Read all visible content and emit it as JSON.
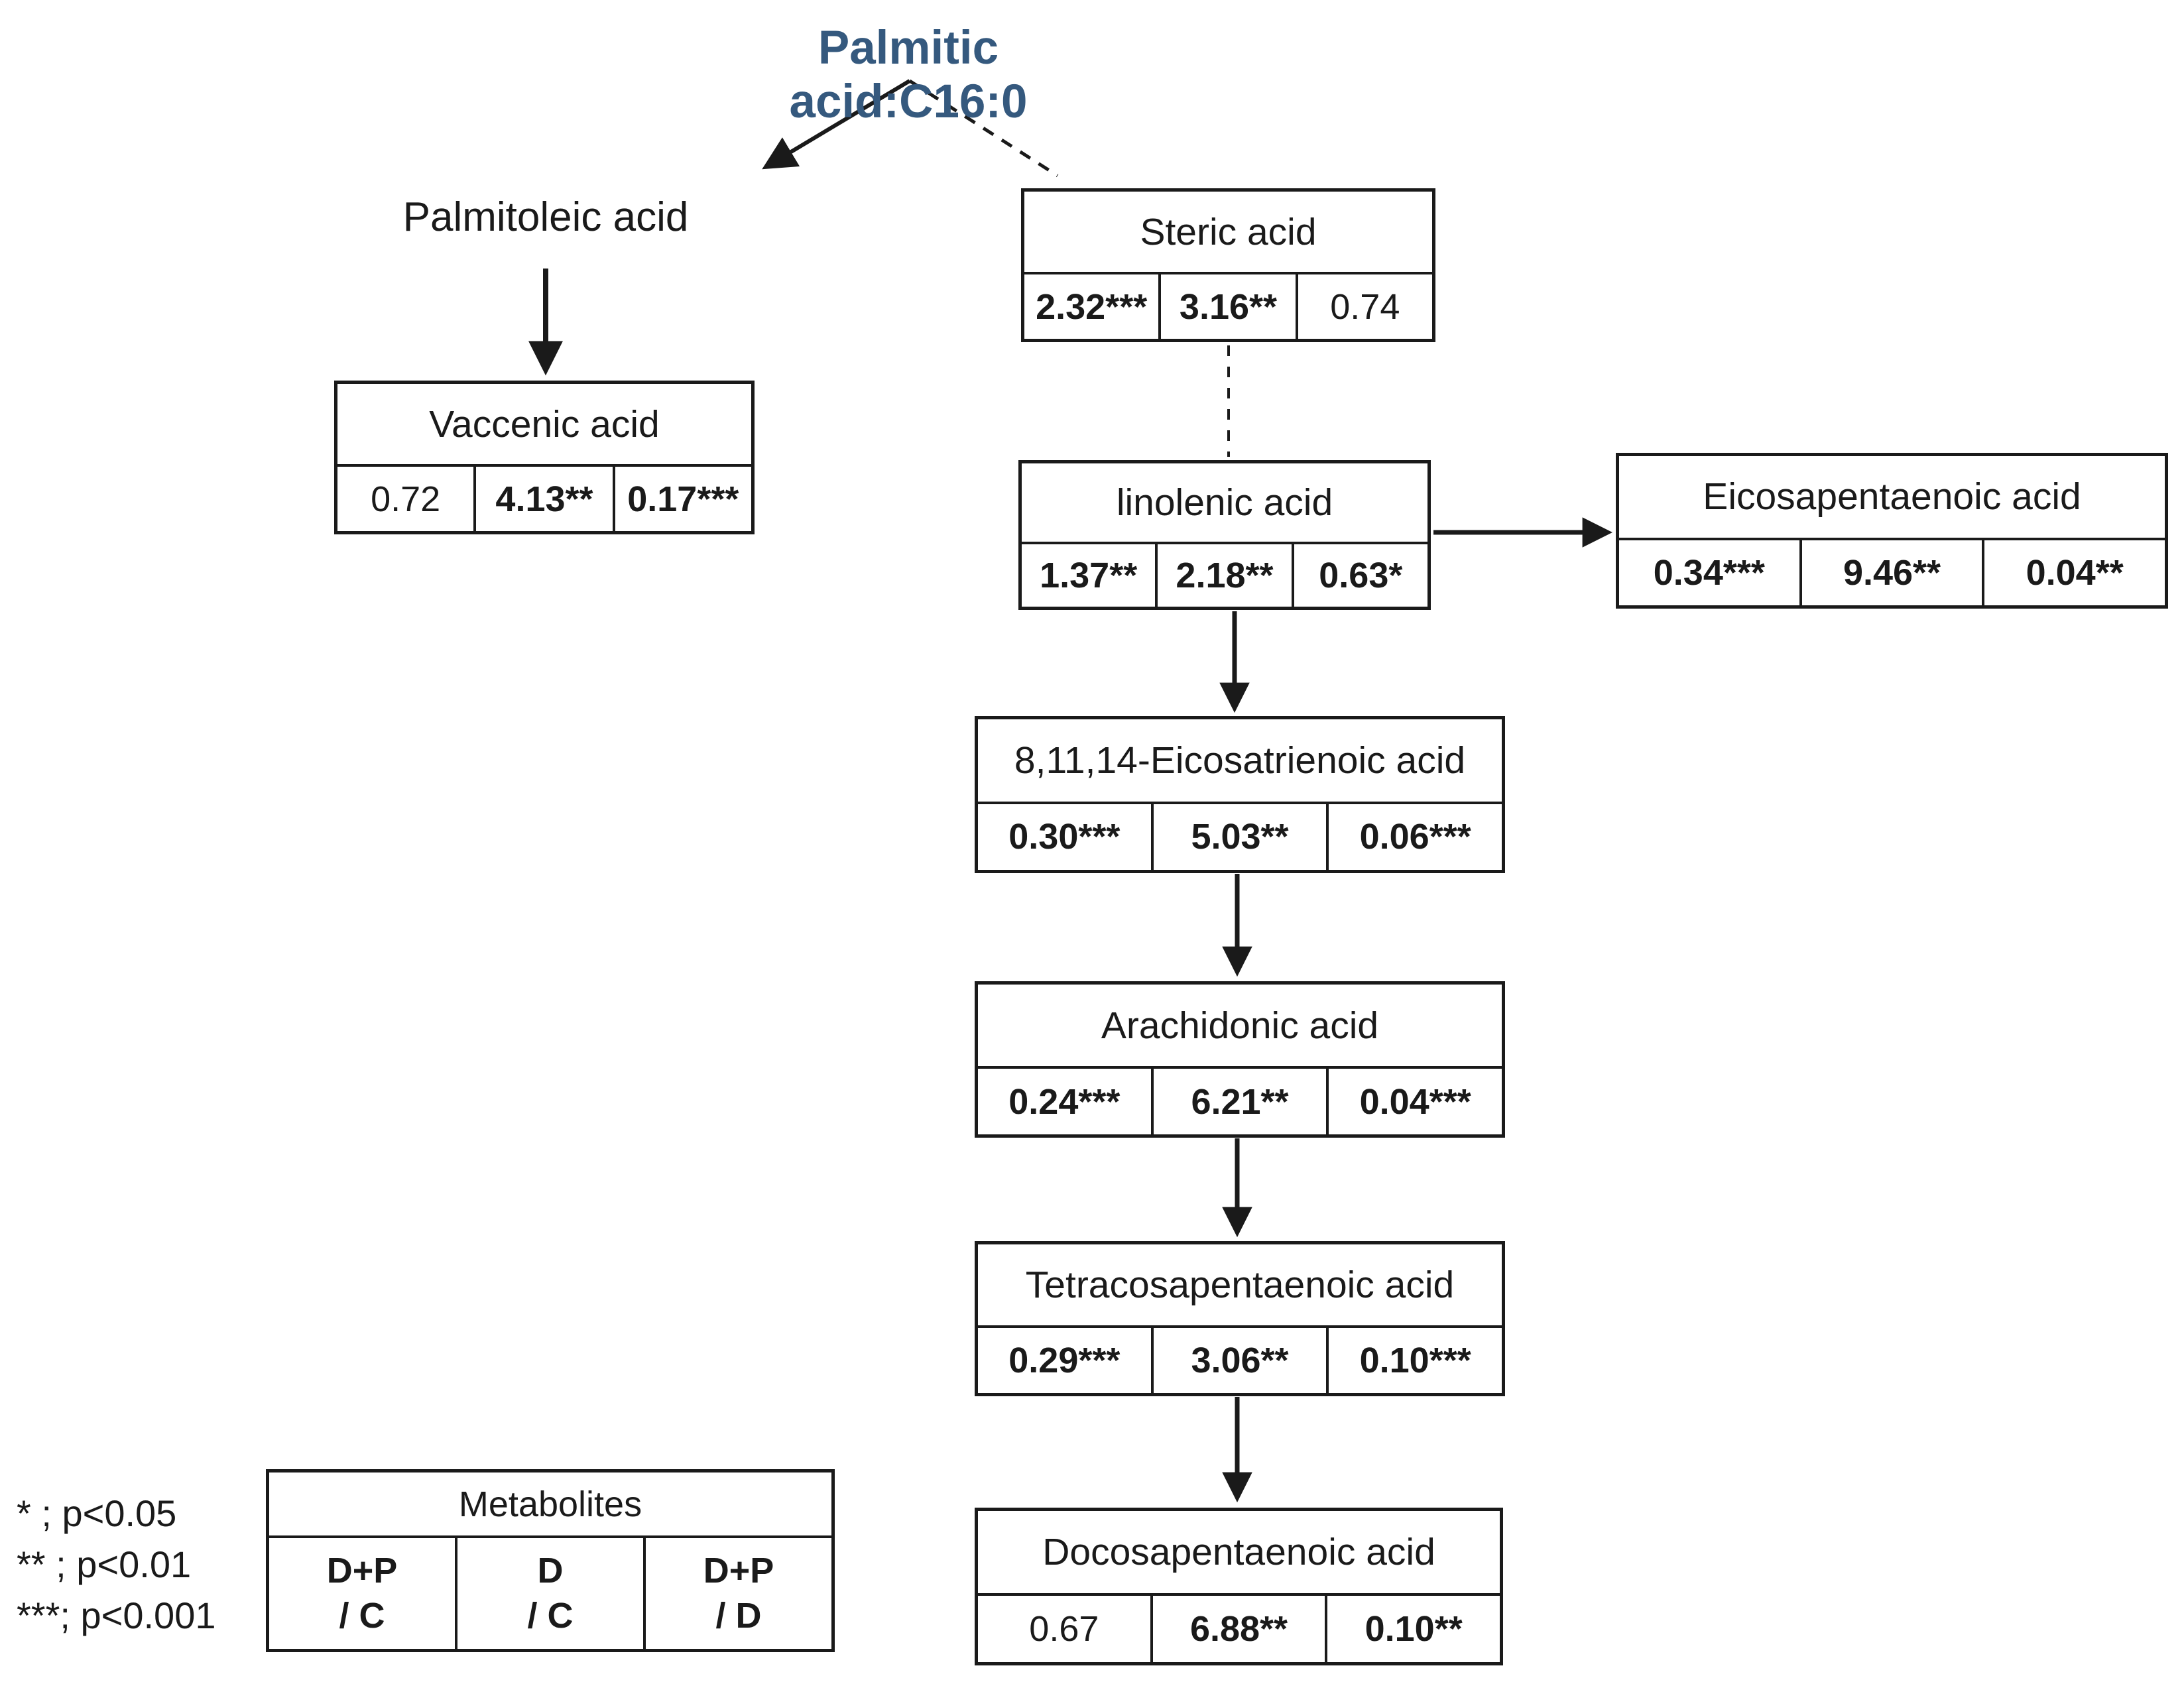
{
  "title": {
    "text": "Palmitic acid:C16:0",
    "color": "#35597e"
  },
  "free_labels": {
    "palmitoleic": "Palmitoleic acid"
  },
  "nodes": {
    "steric": {
      "label": "Steric acid",
      "values": [
        "2.32***",
        "3.16**",
        "0.74"
      ]
    },
    "vaccenic": {
      "label": "Vaccenic acid",
      "values": [
        "0.72",
        "4.13**",
        "0.17***"
      ]
    },
    "linolenic": {
      "label": "linolenic acid",
      "values": [
        "1.37**",
        "2.18**",
        "0.63*"
      ]
    },
    "eicosapentaenoic": {
      "label": "Eicosapentaenoic acid",
      "values": [
        "0.34***",
        "9.46**",
        "0.04**"
      ]
    },
    "eicosatrienoic": {
      "label": "8,11,14-Eicosatrienoic acid",
      "values": [
        "0.30***",
        "5.03**",
        "0.06***"
      ]
    },
    "arachidonic": {
      "label": "Arachidonic acid",
      "values": [
        "0.24***",
        "6.21**",
        "0.04***"
      ]
    },
    "tetracosapentaenoic": {
      "label": "Tetracosapentaenoic acid",
      "values": [
        "0.29***",
        "3.06**",
        "0.10***"
      ]
    },
    "docosapentaenoic": {
      "label": "Docosapentaenoic acid",
      "values": [
        "0.67",
        "6.88**",
        "0.10**"
      ]
    }
  },
  "legend": {
    "significance": [
      "* ; p<0.05",
      "** ; p<0.01",
      "***; p<0.001"
    ],
    "metabolites": {
      "header": "Metabolites",
      "cells": [
        {
          "l1": "D+P",
          "l2": "/ C"
        },
        {
          "l1": "D",
          "l2": "/ C"
        },
        {
          "l1": "D+P",
          "l2": "/ D"
        }
      ]
    }
  }
}
